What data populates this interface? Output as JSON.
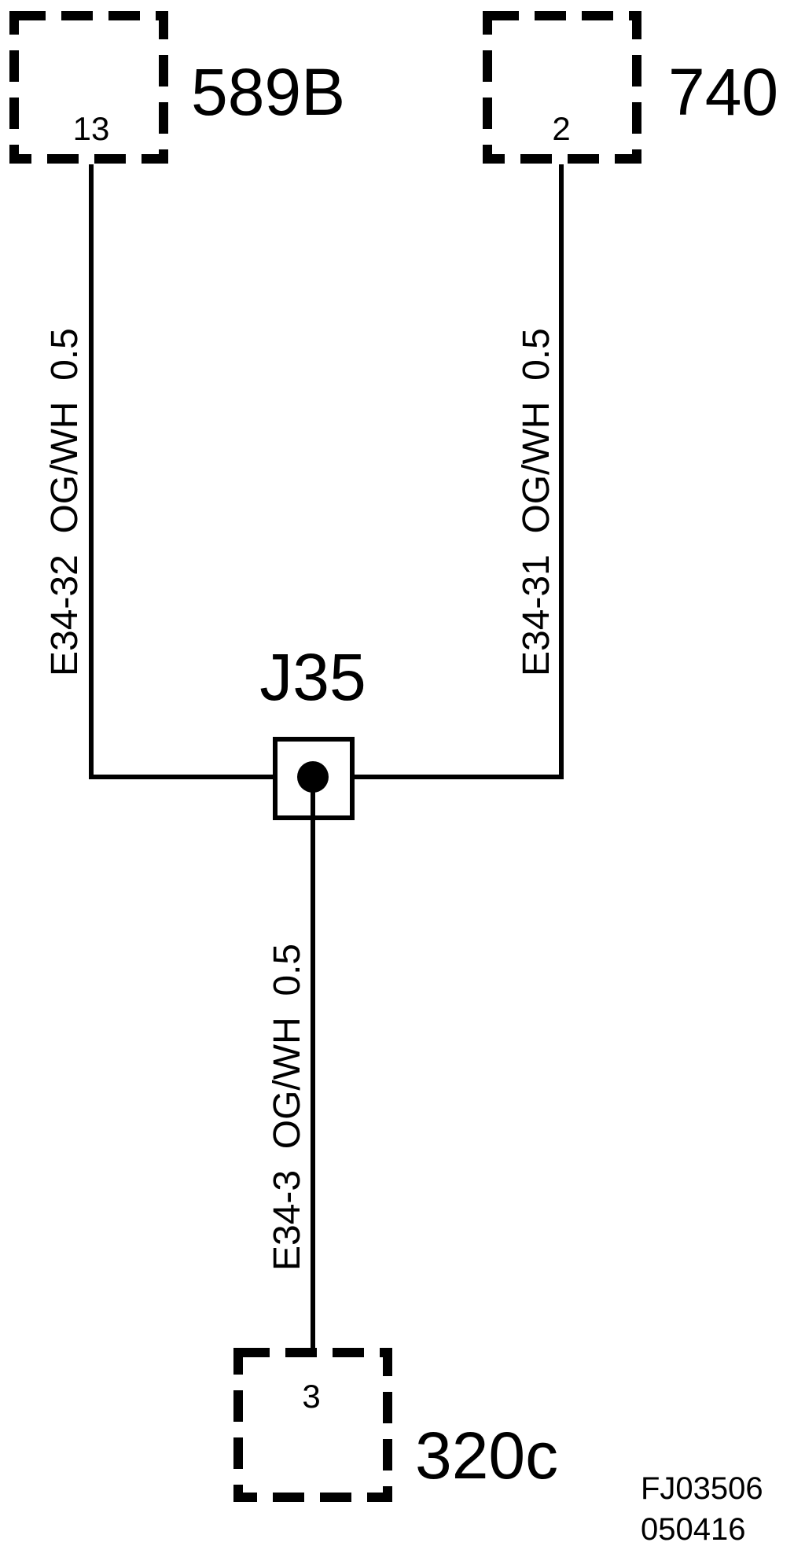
{
  "connectors": [
    {
      "id": "589B",
      "pin": "13"
    },
    {
      "id": "740",
      "pin": "2"
    },
    {
      "id": "320c",
      "pin": "3"
    }
  ],
  "splice": {
    "id": "J35"
  },
  "wires": [
    {
      "circuit": "E34-32",
      "color": "OG/WH",
      "gauge": "0.5"
    },
    {
      "circuit": "E34-31",
      "color": "OG/WH",
      "gauge": "0.5"
    },
    {
      "circuit": "E34-3",
      "color": "OG/WH",
      "gauge": "0.5"
    }
  ],
  "drawing_ref": {
    "code": "FJ03506",
    "date": "050416"
  }
}
